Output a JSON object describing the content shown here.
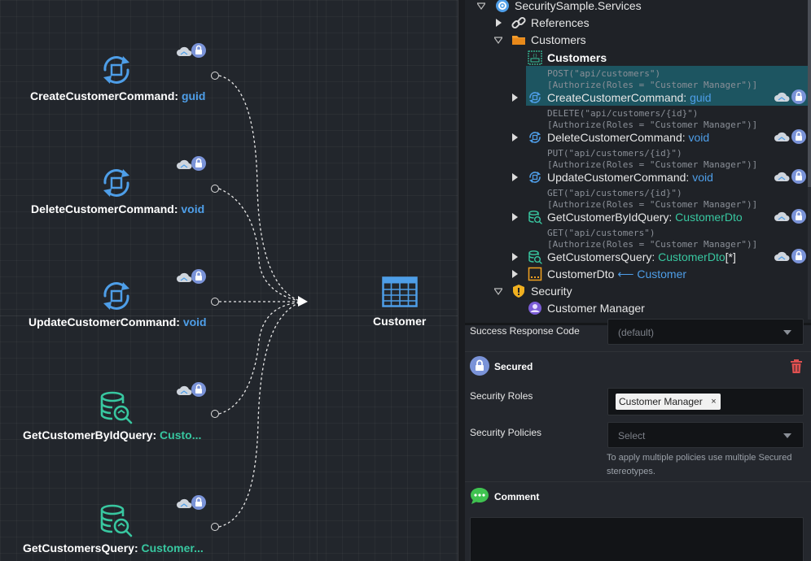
{
  "diagram": {
    "nodes": [
      {
        "name": "CreateCustomerCommand",
        "sep": ":",
        "type": "guid",
        "type_color": "blue",
        "port_color": "#3fc250",
        "icon": "command-cycle-icon"
      },
      {
        "name": "DeleteCustomerCommand",
        "sep": ":",
        "type": "void",
        "type_color": "blue",
        "port_color": "#e05858",
        "icon": "command-cycle-icon"
      },
      {
        "name": "UpdateCustomerCommand",
        "sep": ":",
        "type": "void",
        "type_color": "blue",
        "port_color": "#f0a020",
        "icon": "command-cycle-icon"
      },
      {
        "name": "GetCustomerByIdQuery",
        "sep": ":",
        "type": "Custo...",
        "type_color": "teal",
        "port_color": "#3a8ee8",
        "icon": "query-database-icon"
      },
      {
        "name": "GetCustomersQuery",
        "sep": ":",
        "type": "Customer...",
        "type_color": "teal",
        "port_color": "#3a8ee8",
        "icon": "query-database-icon"
      }
    ],
    "entity": {
      "label": "Customer",
      "icon": "table-icon"
    }
  },
  "tree": {
    "root": {
      "label": "SecuritySample.Services",
      "icon": "services-gear-icon"
    },
    "references": {
      "label": "References",
      "icon": "link-icon"
    },
    "customers_folder": {
      "label": "Customers",
      "icon": "folder-icon"
    },
    "customers_service": {
      "label": "Customers",
      "icon": "service-icon"
    },
    "operations": [
      {
        "anno1": "POST(\"api/customers\")",
        "anno2": "[Authorize(Roles = \"Customer Manager\")]",
        "name": "CreateCustomerCommand",
        "sep": ": ",
        "type": "guid",
        "type_color": "blue",
        "icon": "command-icon",
        "selected": true
      },
      {
        "anno1": "DELETE(\"api/customers/{id}\")",
        "anno2": "[Authorize(Roles = \"Customer Manager\")]",
        "name": "DeleteCustomerCommand",
        "sep": ": ",
        "type": "void",
        "type_color": "blue",
        "icon": "command-icon"
      },
      {
        "anno1": "PUT(\"api/customers/{id}\")",
        "anno2": "[Authorize(Roles = \"Customer Manager\")]",
        "name": "UpdateCustomerCommand",
        "sep": ": ",
        "type": "void",
        "type_color": "blue",
        "icon": "command-icon"
      },
      {
        "anno1": "GET(\"api/customers/{id}\")",
        "anno2": "[Authorize(Roles = \"Customer Manager\")]",
        "name": "GetCustomerByIdQuery",
        "sep": ": ",
        "type": "CustomerDto",
        "type_color": "teal",
        "icon": "query-icon"
      },
      {
        "anno1": "GET(\"api/customers\")",
        "anno2": "[Authorize(Roles = \"Customer Manager\")]",
        "name": "GetCustomersQuery",
        "sep": ": ",
        "type": "CustomerDto",
        "suffix": "[*]",
        "type_color": "teal",
        "icon": "query-icon"
      }
    ],
    "dto": {
      "name": "CustomerDto",
      "arrow": "⟵",
      "mapped": "Customer",
      "icon": "dto-icon"
    },
    "security": {
      "label": "Security",
      "icon": "shield-icon"
    },
    "role": {
      "label": "Customer Manager",
      "icon": "user-role-icon"
    }
  },
  "properties": {
    "success_response_code": {
      "label": "Success Response Code",
      "placeholder": "(default)"
    },
    "secured_section": {
      "title": "Secured"
    },
    "security_roles": {
      "label": "Security Roles",
      "chips": [
        "Customer Manager"
      ],
      "remove_glyph": "×"
    },
    "security_policies": {
      "label": "Security Policies",
      "placeholder": "Select",
      "hint": "To apply multiple policies use multiple Secured stereotypes."
    },
    "comment_section": {
      "title": "Comment"
    }
  },
  "colors": {
    "blue": "#4e9ee8",
    "teal": "#38c7a0",
    "selection": "#1d5561",
    "lock_badge": "#7a93d8"
  }
}
